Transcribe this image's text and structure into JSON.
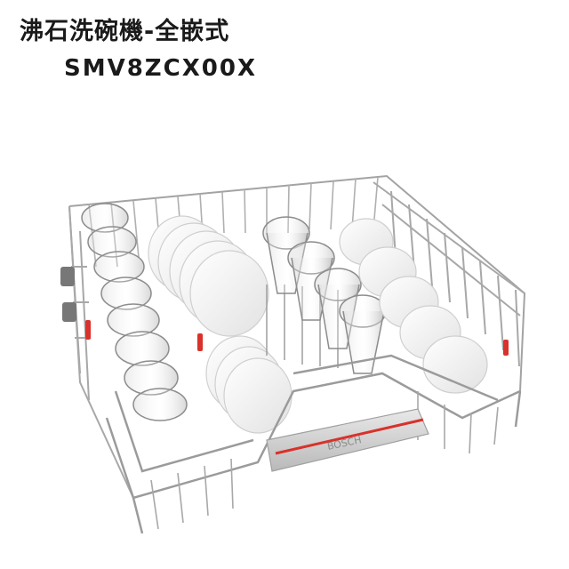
{
  "product": {
    "title": "沸石洗碗機-全嵌式",
    "model": "SMV8ZCX00X",
    "brand_mark": "BOSCH"
  },
  "colors": {
    "background": "#ffffff",
    "rack_wire": "#9a9a9a",
    "accent_red": "#d9312b",
    "plate": "#f4f4f4",
    "handle": "#c8c8c8"
  }
}
